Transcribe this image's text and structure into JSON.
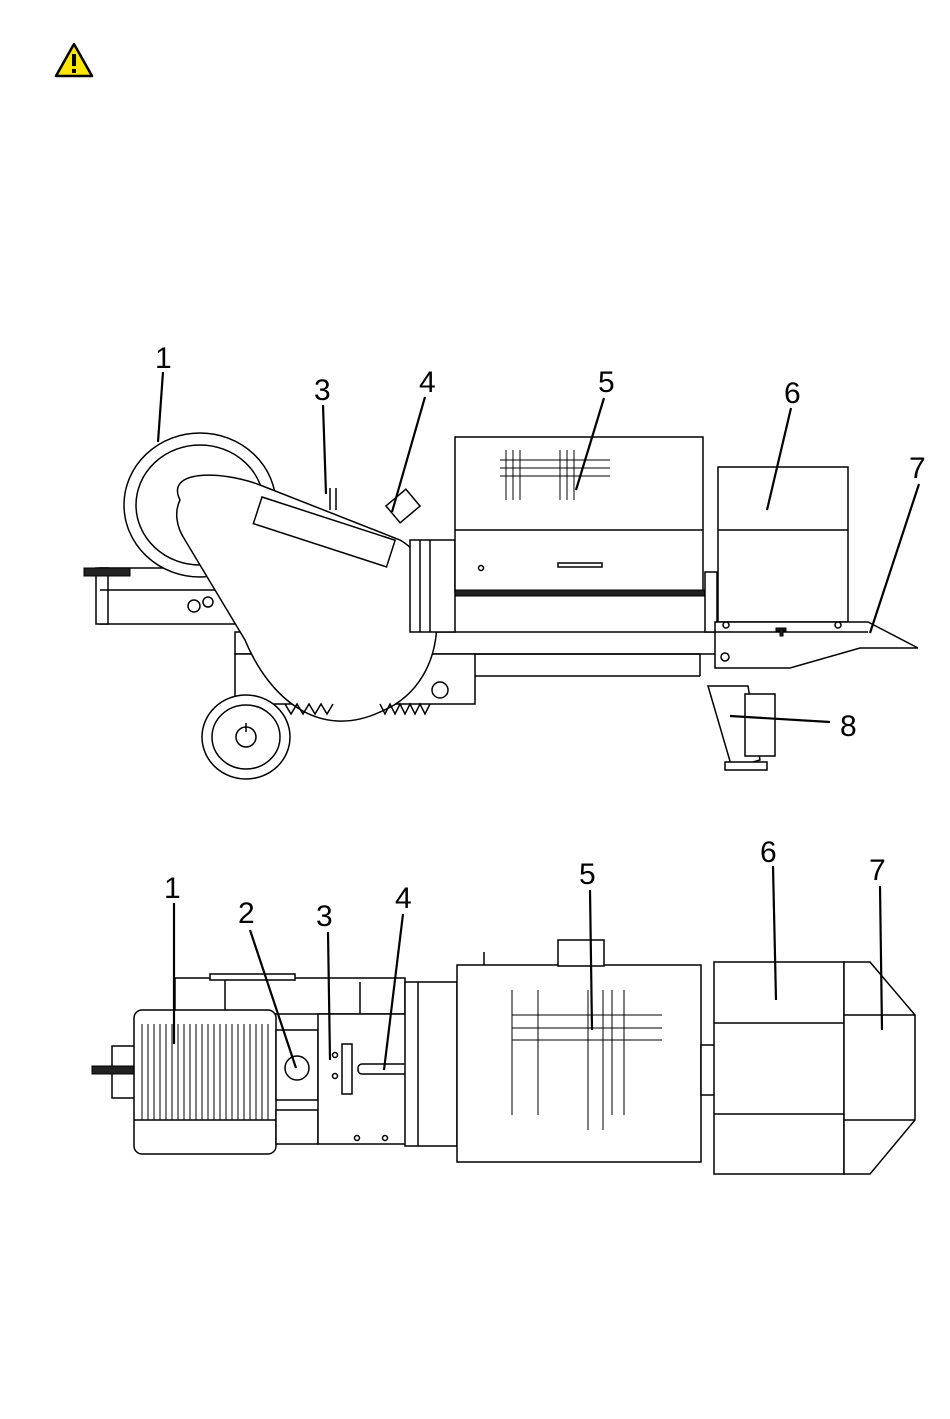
{
  "warning": {
    "icon": "warning-triangle-icon",
    "color": "#FFE600"
  },
  "side_view": {
    "callouts": [
      {
        "id": "1",
        "label": "1"
      },
      {
        "id": "3",
        "label": "3"
      },
      {
        "id": "4",
        "label": "4"
      },
      {
        "id": "5",
        "label": "5"
      },
      {
        "id": "6",
        "label": "6"
      },
      {
        "id": "7",
        "label": "7"
      },
      {
        "id": "8",
        "label": "8"
      }
    ]
  },
  "top_view": {
    "callouts": [
      {
        "id": "1",
        "label": "1"
      },
      {
        "id": "2",
        "label": "2"
      },
      {
        "id": "3",
        "label": "3"
      },
      {
        "id": "4",
        "label": "4"
      },
      {
        "id": "5",
        "label": "5"
      },
      {
        "id": "6",
        "label": "6"
      },
      {
        "id": "7",
        "label": "7"
      }
    ]
  }
}
